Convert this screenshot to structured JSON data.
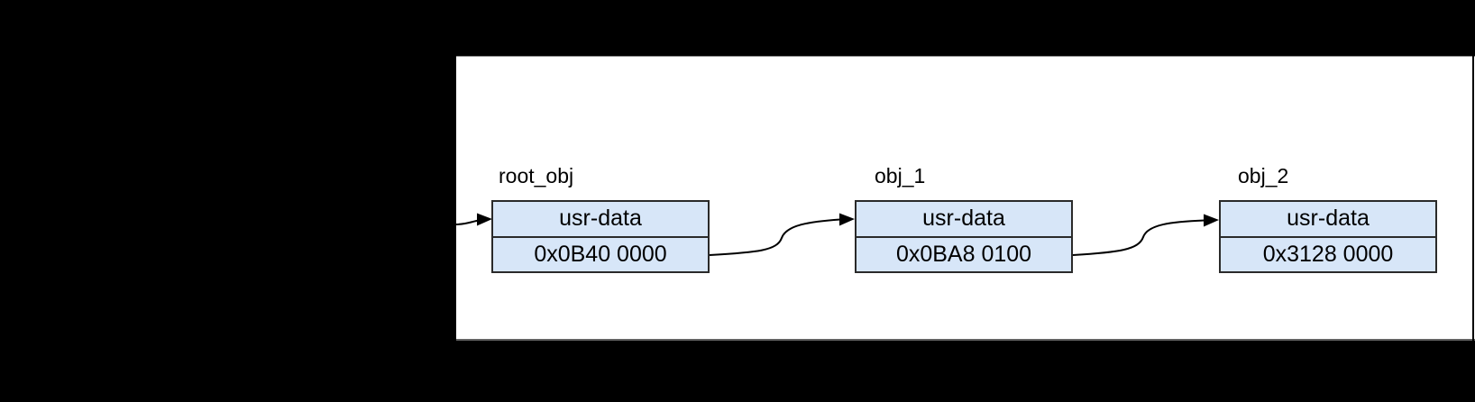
{
  "page": {
    "background_color": "#000000",
    "panel_background_color": "#ffffff"
  },
  "diagram": {
    "kind": "linked-object-memory-diagram",
    "nodes": [
      {
        "name": "root_obj",
        "field": "usr-data",
        "address": "0x0B40 0000"
      },
      {
        "name": "obj_1",
        "field": "usr-data",
        "address": "0x0BA8 0100"
      },
      {
        "name": "obj_2",
        "field": "usr-data",
        "address": "0x3128 0000"
      }
    ],
    "edges": [
      {
        "from": "external",
        "to": "root_obj"
      },
      {
        "from": "root_obj",
        "to": "obj_1"
      },
      {
        "from": "obj_1",
        "to": "obj_2"
      }
    ],
    "colors": {
      "node_fill": "#d7e6f8",
      "node_border": "#2a2a2a",
      "arrow": "#000000",
      "text": "#000000"
    }
  }
}
